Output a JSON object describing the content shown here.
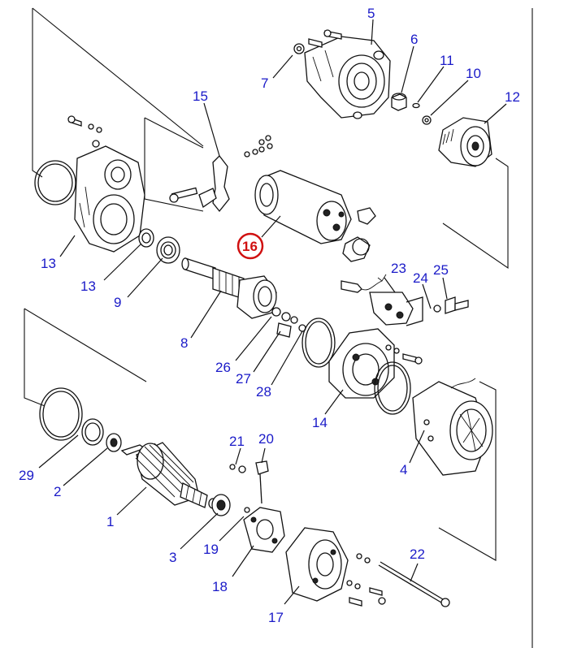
{
  "diagram": {
    "callouts": [
      {
        "id": "c5",
        "label": "5"
      },
      {
        "id": "c6",
        "label": "6"
      },
      {
        "id": "c7",
        "label": "7"
      },
      {
        "id": "c11",
        "label": "11"
      },
      {
        "id": "c10",
        "label": "10"
      },
      {
        "id": "c12",
        "label": "12"
      },
      {
        "id": "c15",
        "label": "15"
      },
      {
        "id": "c16",
        "label": "16",
        "highlighted": true
      },
      {
        "id": "c13a",
        "label": "13"
      },
      {
        "id": "c13b",
        "label": "13"
      },
      {
        "id": "c9",
        "label": "9"
      },
      {
        "id": "c8",
        "label": "8"
      },
      {
        "id": "c23",
        "label": "23"
      },
      {
        "id": "c24",
        "label": "24"
      },
      {
        "id": "c25",
        "label": "25"
      },
      {
        "id": "c26",
        "label": "26"
      },
      {
        "id": "c27",
        "label": "27"
      },
      {
        "id": "c28",
        "label": "28"
      },
      {
        "id": "c14",
        "label": "14"
      },
      {
        "id": "c4",
        "label": "4"
      },
      {
        "id": "c29",
        "label": "29"
      },
      {
        "id": "c2",
        "label": "2"
      },
      {
        "id": "c1",
        "label": "1"
      },
      {
        "id": "c21",
        "label": "21"
      },
      {
        "id": "c20",
        "label": "20"
      },
      {
        "id": "c3",
        "label": "3"
      },
      {
        "id": "c19",
        "label": "19"
      },
      {
        "id": "c18",
        "label": "18"
      },
      {
        "id": "c17",
        "label": "17"
      },
      {
        "id": "c22",
        "label": "22"
      }
    ],
    "colors": {
      "callout": "#1a1ac8",
      "highlight": "#d01010",
      "lines": "#111111"
    }
  }
}
